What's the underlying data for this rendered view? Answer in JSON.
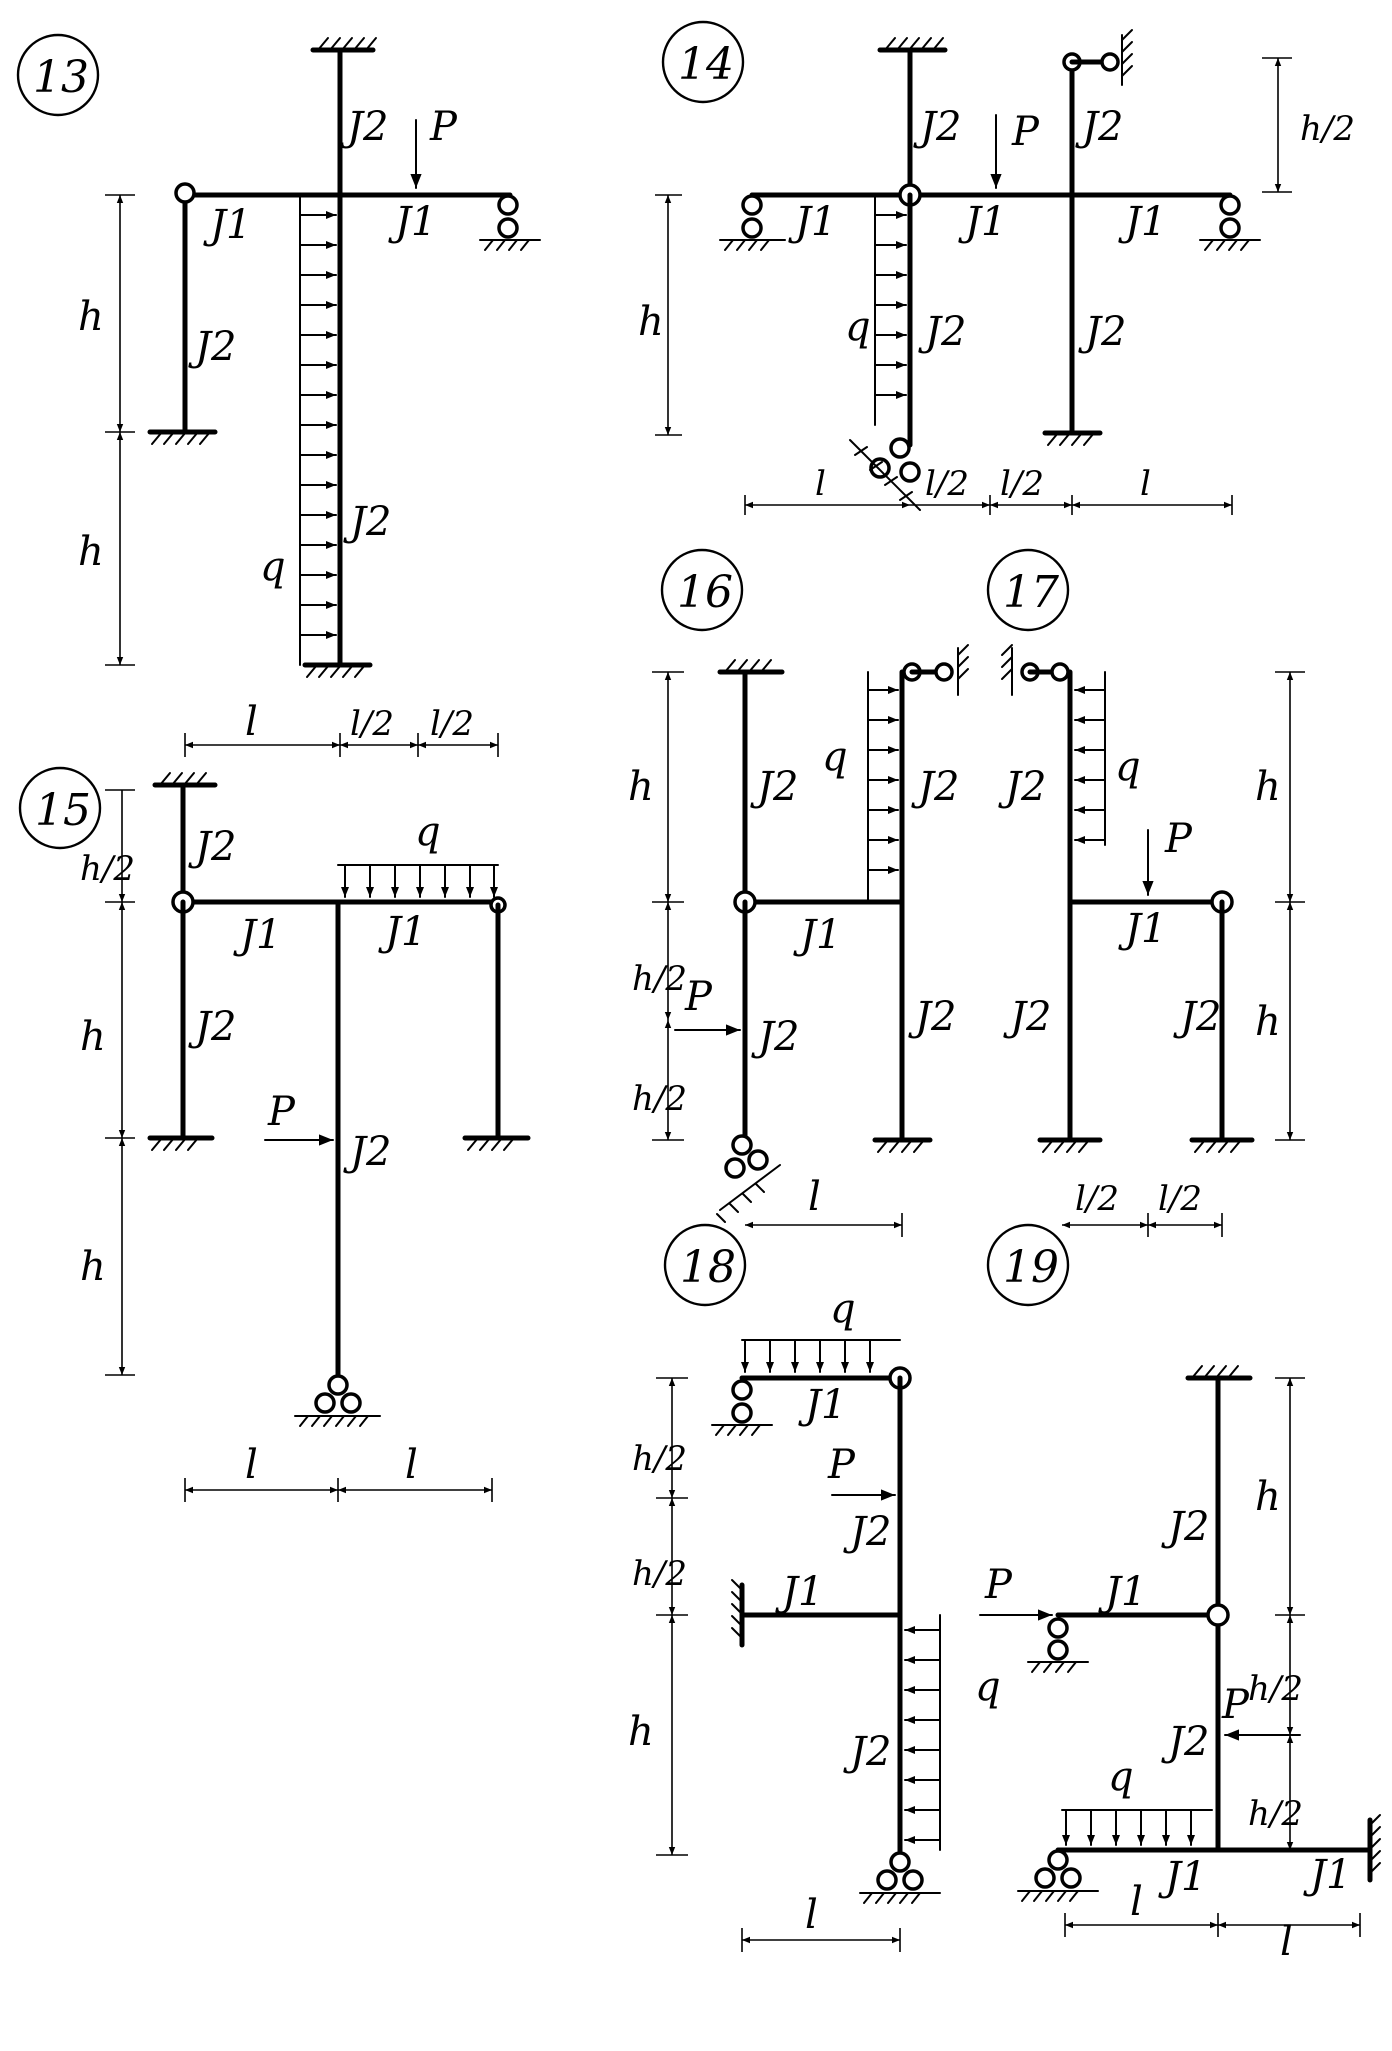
{
  "panels": [
    {
      "id": "13",
      "label": "13",
      "labels": [
        "J2",
        "P",
        "J1",
        "J1",
        "h",
        "J2",
        "h",
        "J2",
        "q"
      ]
    },
    {
      "id": "14",
      "label": "14",
      "labels": [
        "J2",
        "P",
        "J2",
        "h/2",
        "J1",
        "J1",
        "J1",
        "h",
        "q",
        "J2",
        "J2",
        "l",
        "l/2",
        "l/2",
        "l"
      ]
    },
    {
      "id": "15",
      "label": "15",
      "labels": [
        "l",
        "l/2",
        "l/2",
        "J2",
        "h/2",
        "q",
        "J1",
        "J1",
        "h",
        "J2",
        "P",
        "J2",
        "h",
        "l",
        "l"
      ]
    },
    {
      "id": "16",
      "label": "16",
      "labels": [
        "h",
        "J2",
        "q",
        "J2",
        "J1",
        "h/2",
        "P",
        "J2",
        "J2",
        "h/2",
        "l"
      ]
    },
    {
      "id": "17",
      "label": "17",
      "labels": [
        "J2",
        "q",
        "h",
        "P",
        "J1",
        "J2",
        "J2",
        "h",
        "l/2",
        "l/2"
      ]
    },
    {
      "id": "18",
      "label": "18",
      "labels": [
        "q",
        "J1",
        "h/2",
        "P",
        "J2",
        "h/2",
        "J1",
        "h",
        "J2",
        "q",
        "l"
      ]
    },
    {
      "id": "19",
      "label": "19",
      "labels": [
        "h",
        "J2",
        "P",
        "J1",
        "h/2",
        "P",
        "J2",
        "q",
        "h/2",
        "J1",
        "J1",
        "l",
        "l"
      ]
    }
  ]
}
